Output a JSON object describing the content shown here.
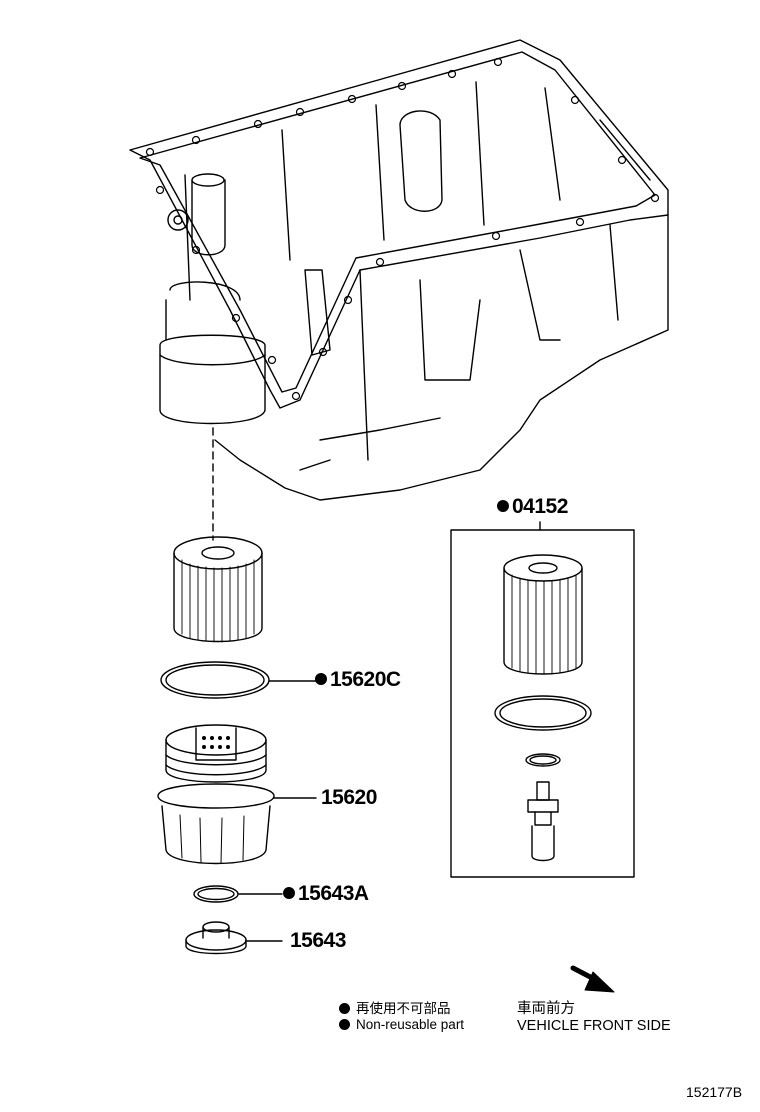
{
  "callouts": {
    "filter_kit": "04152",
    "o_ring_large": "15620C",
    "cap_assembly": "15620",
    "o_ring_small": "15643A",
    "drain_plug": "15643"
  },
  "legend": {
    "non_reusable_jp": "再使用不可部品",
    "non_reusable_en": "Non-reusable part"
  },
  "front_side": {
    "jp": "車両前方",
    "en": "VEHICLE FRONT SIDE"
  },
  "figure_number": "152177B",
  "icons": [
    "non-reusable-dot-icon",
    "front-arrow-icon"
  ]
}
